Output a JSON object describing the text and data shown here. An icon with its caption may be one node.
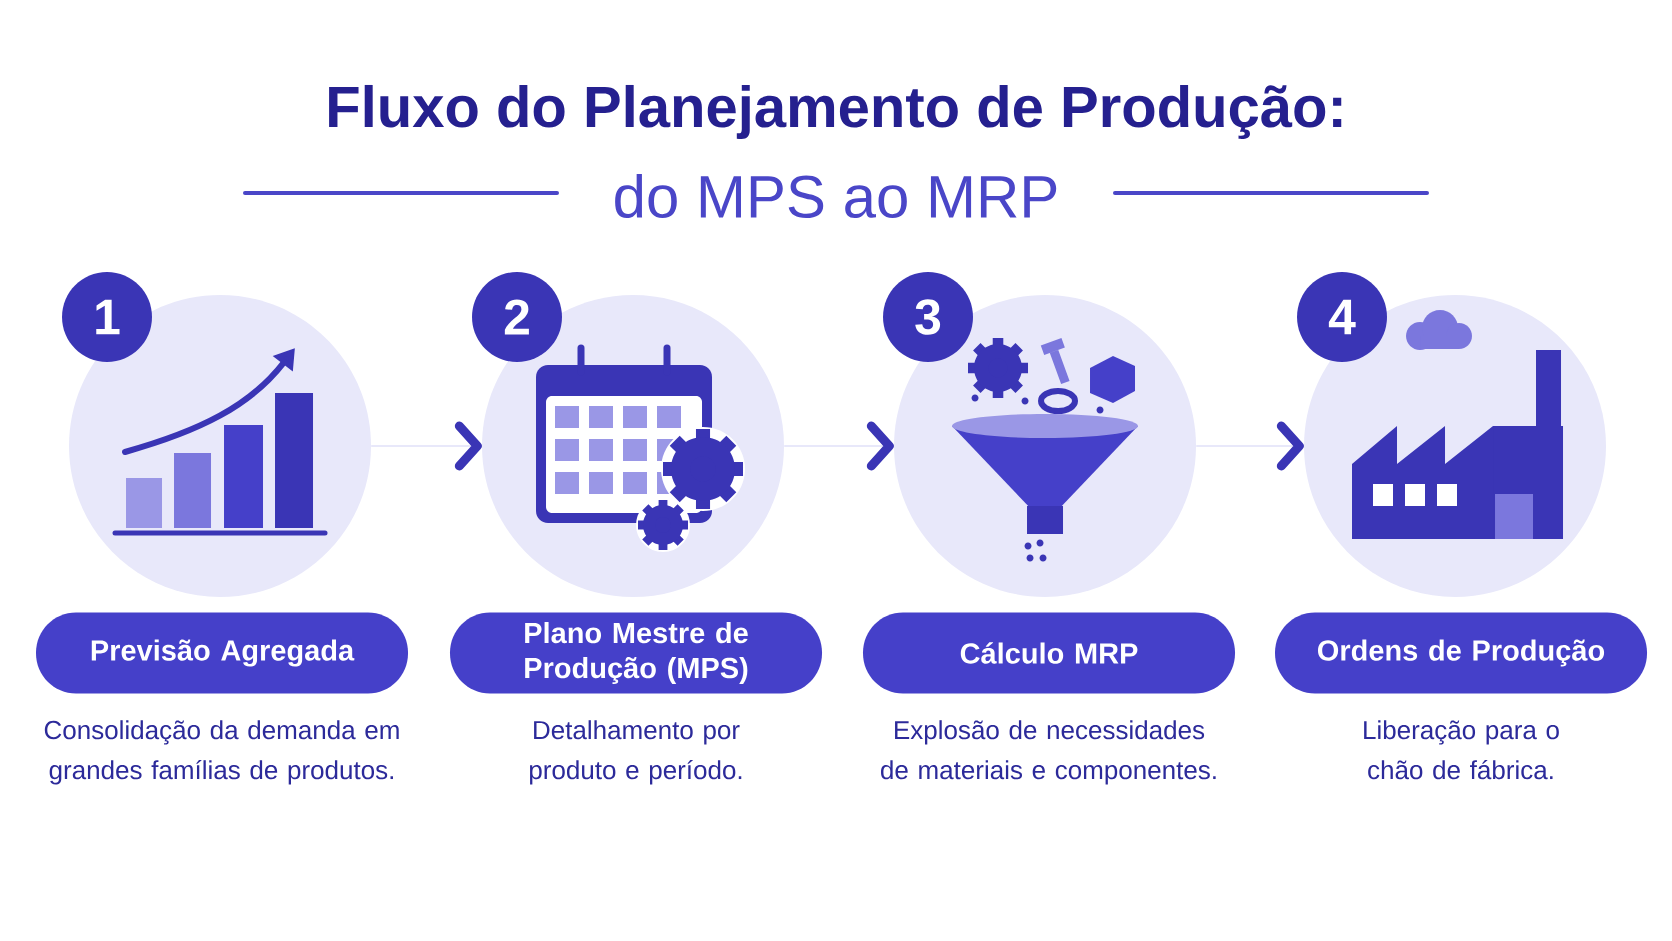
{
  "diagram": {
    "title": "Fluxo do Planejamento de Produção:",
    "nodes": [
      {
        "text": [],
        "shape": "circle"
      },
      {
        "text": [
          "Previsão Agregada"
        ],
        "beside": [
          "Consolidação da demanda em grandes famílias de produtos."
        ]
      },
      {
        "text": [],
        "shape": "circle"
      },
      {
        "text": [
          "Plano Mestre de Produção (MPS)"
        ],
        "beside": [
          "Detalhamento por produto e período."
        ]
      },
      {
        "text": [],
        "shape": "circle"
      },
      {
        "text": [
          "Cálculo MRP"
        ],
        "beside": [
          "Explosão de necessidades de materiais e componentes."
        ]
      },
      {
        "text": [],
        "shape": "circle"
      },
      {
        "text": [
          "Ordens de Produção"
        ],
        "beside": [
          "Liberação para o chão de fábrica."
        ]
      }
    ],
    "edges": [
      {
        "from": 0,
        "to": 2,
        "arrow": "to"
      },
      {
        "from": 2,
        "to": 4,
        "arrow": "to"
      },
      {
        "from": 4,
        "to": 6,
        "arrow": "to"
      }
    ],
    "labels": [
      "do MPS ao MRP",
      "1",
      "2",
      "3",
      "4"
    ]
  }
}
